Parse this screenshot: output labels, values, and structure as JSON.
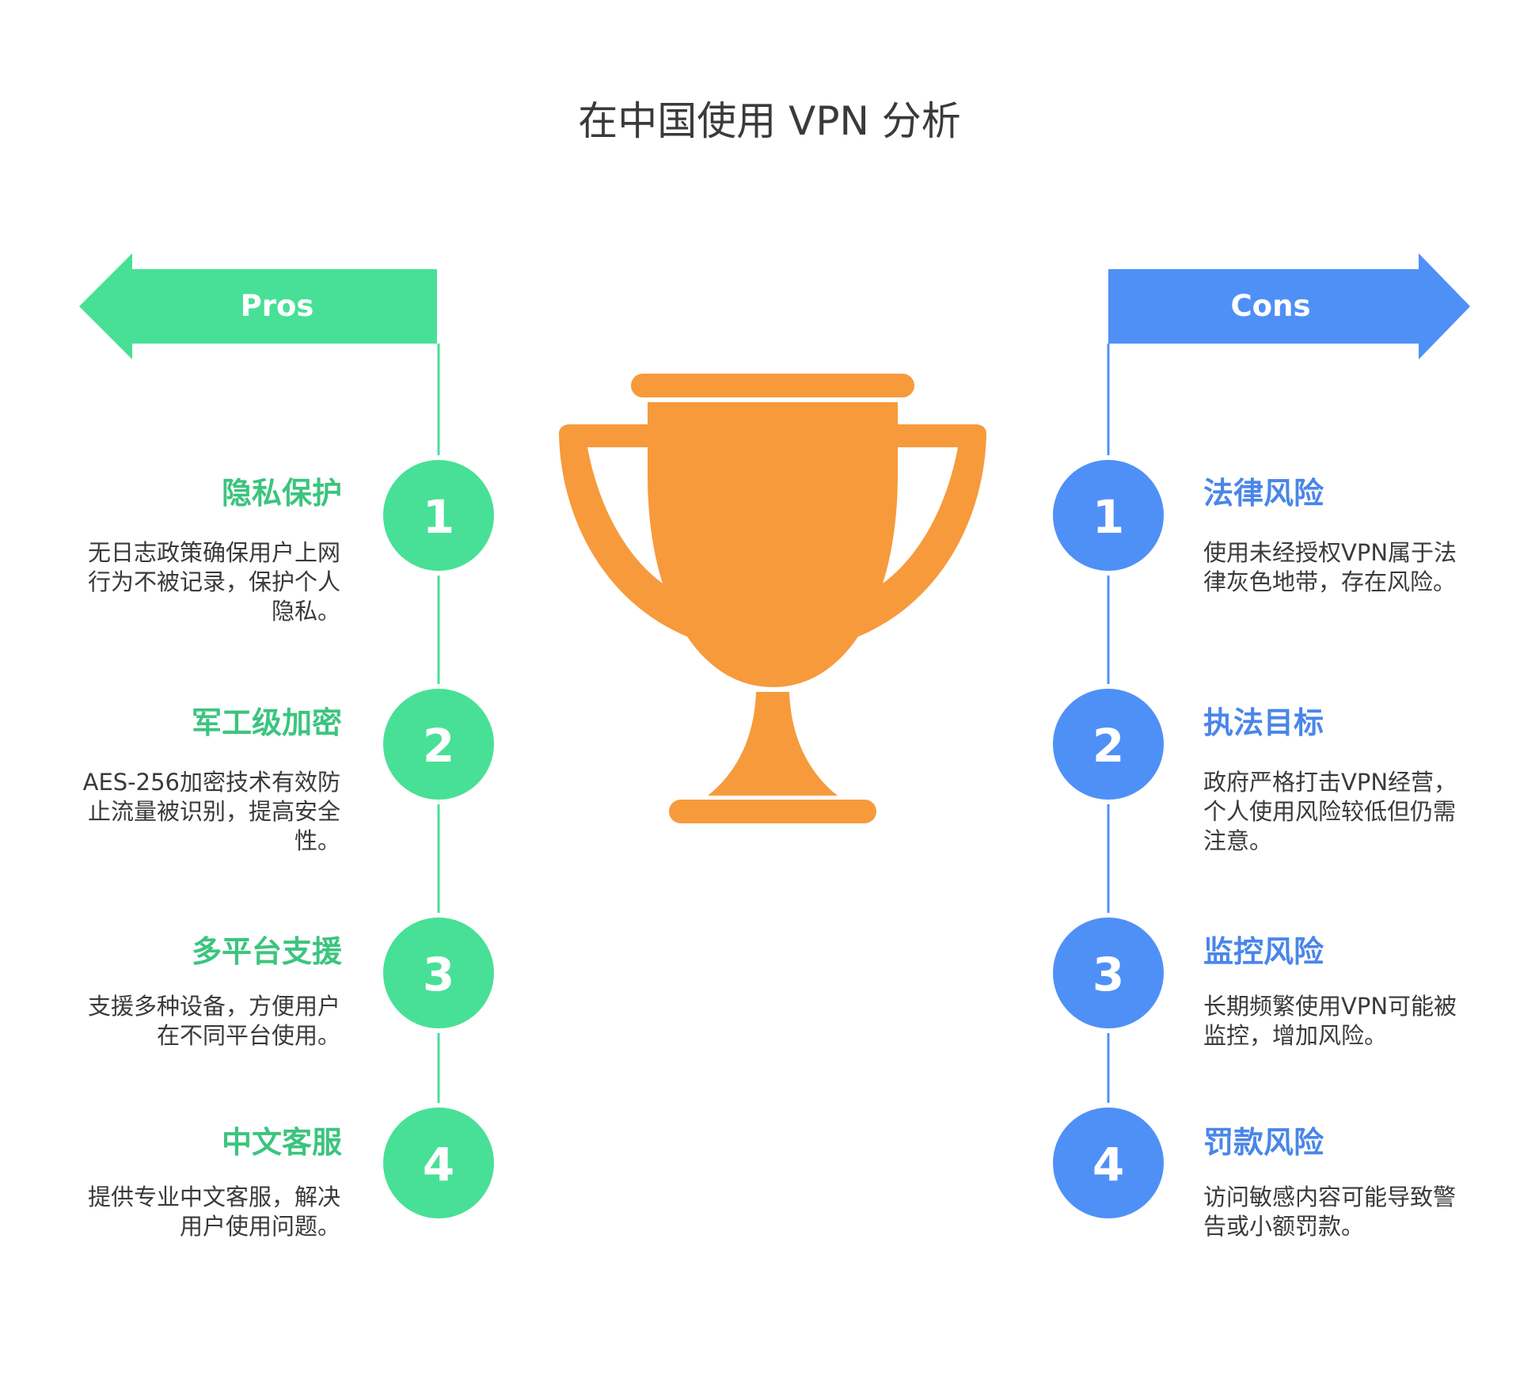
{
  "title": "在中国使用 VPN 分析",
  "colors": {
    "pros": "#48e096",
    "pros_text": "#3cc47f",
    "cons": "#4f90f7",
    "cons_text": "#4a86e8",
    "trophy": "#f79a3c",
    "body_text": "#3a3a3a"
  },
  "pros": {
    "header": "Pros",
    "items": [
      {
        "number": "1",
        "title": "隐私保护",
        "description": "无日志政策确保用户上网行为不被记录，保护个人隐私。"
      },
      {
        "number": "2",
        "title": "军工级加密",
        "description": "AES-256加密技术有效防止流量被识别，提高安全性。"
      },
      {
        "number": "3",
        "title": "多平台支援",
        "description": "支援多种设备，方便用户在不同平台使用。"
      },
      {
        "number": "4",
        "title": "中文客服",
        "description": "提供专业中文客服，解决用户使用问题。"
      }
    ]
  },
  "cons": {
    "header": "Cons",
    "items": [
      {
        "number": "1",
        "title": "法律风险",
        "description": "使用未经授权VPN属于法律灰色地带，存在风险。"
      },
      {
        "number": "2",
        "title": "执法目标",
        "description": "政府严格打击VPN经营，个人使用风险较低但仍需注意。"
      },
      {
        "number": "3",
        "title": "监控风险",
        "description": "长期频繁使用VPN可能被监控，增加风险。"
      },
      {
        "number": "4",
        "title": "罚款风险",
        "description": "访问敏感内容可能导致警告或小额罚款。"
      }
    ]
  },
  "center_icon": "trophy-icon"
}
